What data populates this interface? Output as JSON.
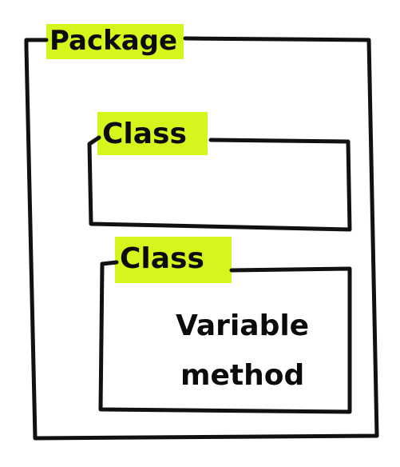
{
  "diagram": {
    "highlight_color": "#d6f51c",
    "stroke_color": "#111111",
    "package": {
      "label": "Package"
    },
    "classes": [
      {
        "label": "Class",
        "members": []
      },
      {
        "label": "Class",
        "members": [
          "Variable",
          "method"
        ]
      }
    ]
  }
}
